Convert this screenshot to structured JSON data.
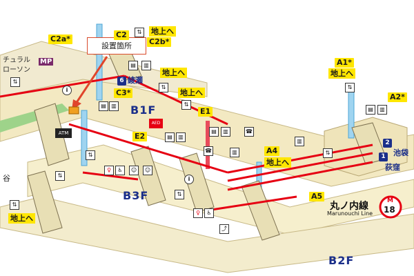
{
  "callout": {
    "label": "設置箇所"
  },
  "floors": {
    "b1f": "B1F",
    "b3f": "B3F",
    "b2f": "B2F"
  },
  "exits": {
    "c2a": "C2a*",
    "c2b": "C2b*",
    "c3": "C3*",
    "a1": "A1*",
    "a2": "A2*",
    "a4": "A4",
    "a5": "A5",
    "e1": "E1",
    "e2": "E2",
    "c2a_partial": "C2"
  },
  "up_signs": {
    "top": "地上へ",
    "mid1": "地上へ",
    "mid2": "地上へ",
    "right": "地上へ",
    "a4": "地上へ",
    "bottom_left": "地上へ"
  },
  "stores": {
    "natural": "チュラル",
    "lawson": "ローソン",
    "mp": "MP"
  },
  "destinations": {
    "ayase_num": "6",
    "ayase": "綾瀬",
    "ikebukuro_num": "2",
    "ikebukuro": "池袋",
    "ogikubo_num": "1",
    "ogikubo": "荻窪"
  },
  "line": {
    "name_jp": "丸ノ内線",
    "name_en": "Marunouchi Line",
    "badge_letter": "M",
    "badge_num": "18"
  },
  "icons": {
    "atm": "ATM",
    "aed": "AED",
    "info": "i",
    "phone": "☎",
    "left_char": "谷"
  },
  "colors": {
    "marunouchi": "#e60012",
    "floor_text": "#1b2f8a",
    "exit_yellow": "#ffe600",
    "callout_red": "#e0452b"
  }
}
